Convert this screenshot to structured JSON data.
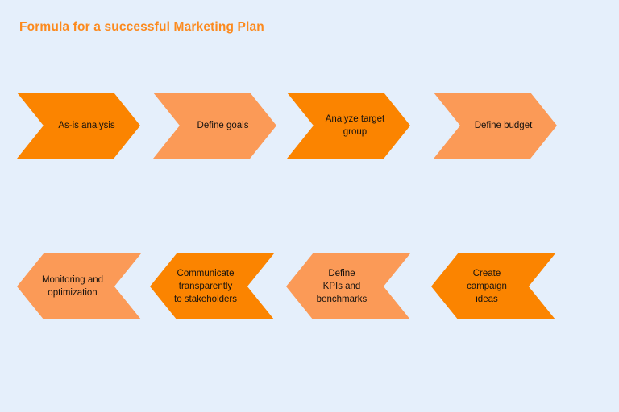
{
  "page": {
    "title": "Formula for a successful Marketing Plan",
    "background_color": "#e5effb",
    "title_color": "#fc8a1e"
  },
  "palette": {
    "orange_dark": "#fb8400",
    "orange_light": "#fb9a57",
    "label_text": "#16120f"
  },
  "diagram": {
    "type": "chevron-process-flow",
    "rows": [
      {
        "id": "row-1",
        "direction": "right",
        "steps": [
          {
            "index": 1,
            "label": "As-is analysis",
            "color": "#fb8400",
            "shade": "dark"
          },
          {
            "index": 2,
            "label": "Define goals",
            "color": "#fb9a57",
            "shade": "light"
          },
          {
            "index": 3,
            "label": "Analyze target\ngroup",
            "color": "#fb8400",
            "shade": "dark"
          },
          {
            "index": 4,
            "label": "Define budget",
            "color": "#fb9a57",
            "shade": "light"
          }
        ]
      },
      {
        "id": "row-2",
        "direction": "left",
        "steps": [
          {
            "index": 8,
            "label": "Monitoring and\noptimization",
            "color": "#fb9a57",
            "shade": "light"
          },
          {
            "index": 7,
            "label": "Communicate\ntransparently\nto stakeholders",
            "color": "#fb8400",
            "shade": "dark"
          },
          {
            "index": 6,
            "label": "Define\nKPIs and\nbenchmarks",
            "color": "#fb9a57",
            "shade": "light"
          },
          {
            "index": 5,
            "label": "Create\ncampaign\nideas",
            "color": "#fb8400",
            "shade": "dark"
          }
        ]
      }
    ]
  }
}
